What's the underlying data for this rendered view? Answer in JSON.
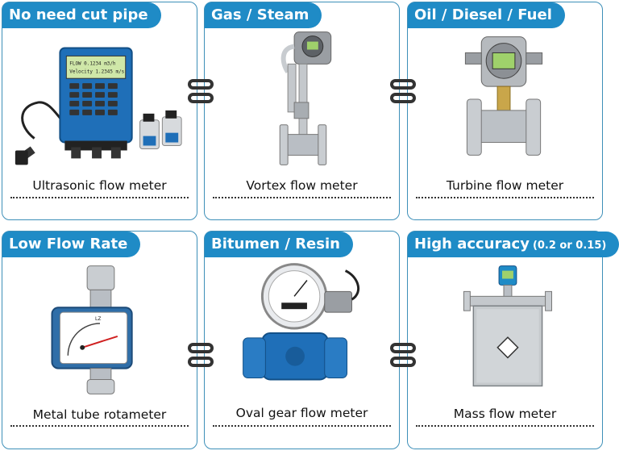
{
  "cards": [
    {
      "tag": "No need cut pipe",
      "caption": "Ultrasonic flow meter"
    },
    {
      "tag": "Gas / Steam",
      "caption": "Vortex flow meter"
    },
    {
      "tag": "Oil / Diesel / Fuel",
      "caption": "Turbine flow meter"
    },
    {
      "tag": "Low Flow Rate",
      "caption": "Metal tube rotameter"
    },
    {
      "tag": "Bitumen / Resin",
      "caption": "Oval gear flow meter"
    },
    {
      "tag": "High accuracy",
      "tag_note": "(0.2 or 0.15)",
      "caption": "Mass flow meter"
    }
  ],
  "colors": {
    "tag_bg": "#1f8bc6",
    "card_border": "#3d8fb8",
    "meter_blue": "#1f6fb8",
    "steel": "#b9bec4"
  },
  "icons": [
    "chain-link-icon"
  ]
}
